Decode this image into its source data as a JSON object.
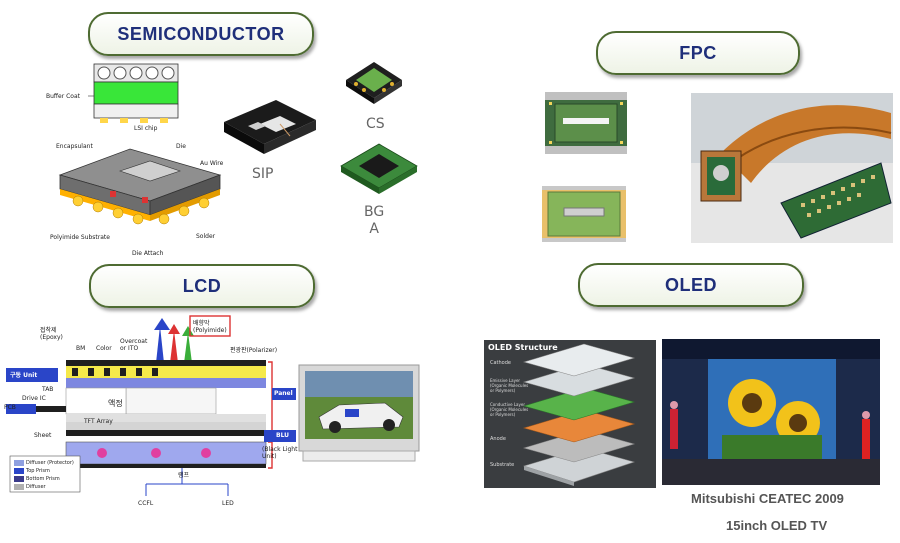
{
  "sections": {
    "semiconductor": {
      "title": "SEMICONDUCTOR"
    },
    "fpc": {
      "title": "FPC"
    },
    "lcd": {
      "title": "LCD"
    },
    "oled": {
      "title": "OLED"
    }
  },
  "semiconductor_labels": {
    "sip": "SIP",
    "csp": "CS\nP",
    "bga": "BG\nA",
    "encapsulant": "Encapsulant",
    "die": "Die",
    "au_wire": "Au Wire",
    "polyimide_substrate": "Polyimide Substrate",
    "die_attach": "Die Attach",
    "solder": "Solder",
    "buffer_coat": "Buffer Coat",
    "lsi_chip": "LSI chip"
  },
  "lcd_labels": {
    "epoxy": "접착제\n(Epoxy)",
    "bm": "BM",
    "color": "Color",
    "overcoat": "Overcoat\nor ITO",
    "polyimide": "배향막\n(Polyimide)",
    "polarizer": "편광판(Polarizer)",
    "unit": "구동 Unit",
    "tab": "TAB",
    "drive_ic": "Drive IC",
    "pcb": "PCB",
    "liquid_crystal": "액정",
    "tft_array": "TFT Array",
    "panel": "Panel",
    "blu": "BLU",
    "blu_full": "(Black Light\nUnit)",
    "sheet": "Sheet",
    "lamp": "램프",
    "diffuser_protector": "Diffuser (Protector)",
    "top_prism": "Top Prism",
    "bottom_prism": "Bottom Prism",
    "diffuser": "Diffuser",
    "ccfl": "CCFL",
    "led": "LED"
  },
  "oled_labels": {
    "structure_title": "OLED Structure",
    "cathode": "Cathode",
    "emissive_layer": "Emissive Layer (Organic Molecules or Polymers)",
    "conductive_layer": "Conductive Layer (Organic Molecules or Polymers)",
    "anode": "Anode",
    "substrate": "Substrate",
    "caption_line1": "Mitsubishi CEATEC 2009",
    "caption_line2": "15inch OLED TV"
  },
  "colors": {
    "pill_border": "#4e6b32",
    "pill_text": "#1f2f7a",
    "fpc_copper": "#c8782a",
    "pcb_green": "#2e6b35",
    "lcd_red": "#d33",
    "oled_orange": "#e8873a",
    "oled_green": "#58b34a"
  }
}
